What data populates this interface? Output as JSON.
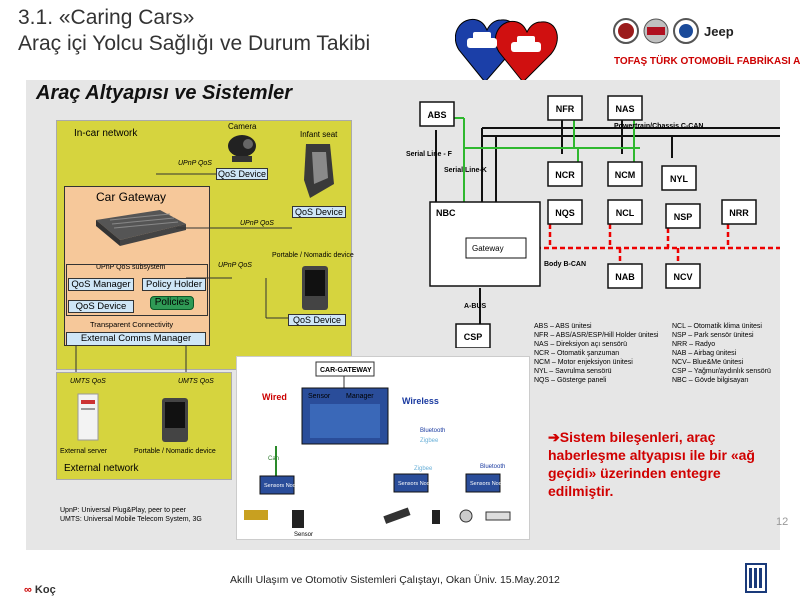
{
  "header": {
    "title_line1": "3.1. «Caring Cars»",
    "title_line2": "Araç içi Yolcu Sağlığı ve Durum Takibi",
    "brand_text": "TOFAŞ TÜRK OTOMOBİL FABRİKASI A.Ş.",
    "jeep_label": "Jeep"
  },
  "section_title": "Araç Altyapısı ve Sistemler",
  "incar": {
    "network_label": "In-car network",
    "camera_label": "Camera",
    "infant_label": "Infant seat",
    "upnp_qos_1": "UPnP QoS",
    "upnp_qos_2": "UPnP QoS",
    "upnp_qos_3": "UPnP QoS",
    "qos_device_1": "QoS Device",
    "qos_device_2": "QoS Device",
    "qos_device_3": "QoS Device",
    "portable_label": "Portable / Nomadic device",
    "gateway_title": "Car Gateway",
    "subsystem_label": "UPnP QoS subsystem",
    "qos_manager": "QoS Manager",
    "policy_holder": "Policy Holder",
    "qos_device_inner": "QoS Device",
    "policies": "Policies",
    "transparent": "Transparent Connectivity",
    "ext_comms": "External Comms Manager"
  },
  "external": {
    "umts_1": "UMTS QoS",
    "umts_2": "UMTS QoS",
    "server_label": "External server",
    "device_label": "Portable / Nomadic device",
    "network_label": "External network"
  },
  "notes": {
    "upnp": "UpnP: Universal Plug&Play, peer to peer",
    "umts": "UMTS: Universal Mobile Telecom System, 3G"
  },
  "diagram2": {
    "car_gateway": "CAR-GATEWAY",
    "sensor": "Sensor",
    "manager": "Manager",
    "wired": "Wired",
    "wireless": "Wireless",
    "can": "Can",
    "bluetooth_1": "Bluetooth",
    "zigbee_1": "Zigbee",
    "zigbee_2": "Zigbee",
    "bluetooth_2": "Bluetooth",
    "sensors_node": "Sensors Node",
    "sensor_label": "Sensor"
  },
  "can_diagram": {
    "nodes": [
      "ABS",
      "NFR",
      "NAS",
      "NCR",
      "NCM",
      "NYL",
      "NQS",
      "NCL",
      "NSP",
      "NRR",
      "NAB",
      "NCV",
      "CSP"
    ],
    "nbc": "NBC",
    "gateway": "Gateway",
    "powertrain": "Powertrain/Chassis C-CAN",
    "body": "Body B-CAN",
    "serial_f": "Serial Line - F",
    "serial_k": "Serial Line-K",
    "abus": "A-BUS"
  },
  "legend_left": [
    "ABS – ABS ünitesi",
    "NFR – ABS/ASR/ESP/Hill Holder ünitesi",
    "NAS – Direksiyon açı sensörü",
    "NCR – Otomatik şanzuman",
    "NCM – Motor enjeksiyon ünitesi",
    "NYL – Savrulma sensörü",
    "NQS – Gösterge paneli"
  ],
  "legend_right": [
    "NCL – Otomatik klima ünitesi",
    "NSP – Park sensör ünitesi",
    "NRR – Radyo",
    "NAB – Airbag ünitesi",
    "NCV– Blue&Me ünitesi",
    "CSP – Yağmur/aydınlık  sensörü",
    "NBC – Gövde bilgisayarı"
  ],
  "highlight": "Sistem bileşenleri, araç haberleşme altyapısı ile bir «ağ geçidi» üzerinden entegre edilmiştir.",
  "page_number": "12",
  "footer": "Akıllı Ulaşım ve Otomotiv Sistemleri Çalıştayı, Okan Üniv. 15.May.2012",
  "koc": "Koç",
  "colors": {
    "red": "#d00000",
    "yellow": "#d6d43e",
    "gateway": "#f6c89a",
    "green": "#2f9a55"
  }
}
